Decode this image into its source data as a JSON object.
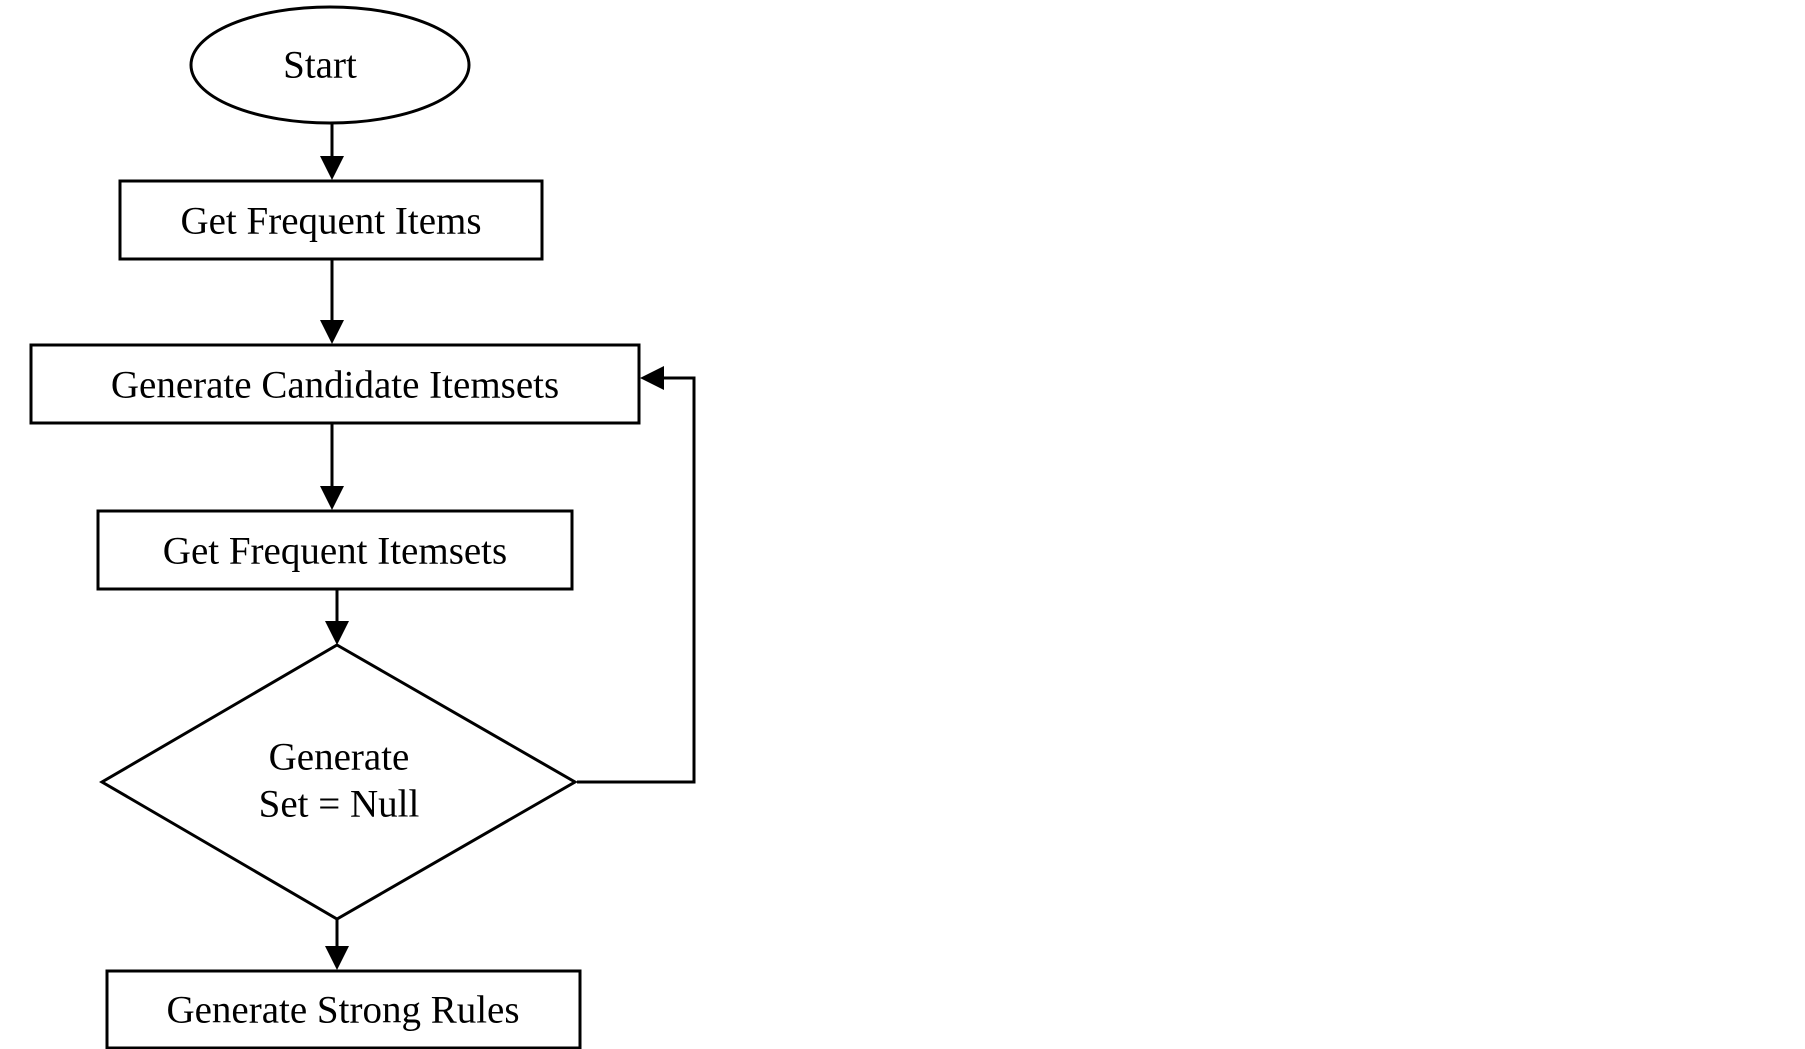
{
  "flowchart": {
    "start": {
      "label": "Start"
    },
    "get_frequent_items": {
      "label": "Get Frequent Items"
    },
    "generate_candidate_itemsets": {
      "label": "Generate Candidate Itemsets"
    },
    "get_frequent_itemsets": {
      "label": "Get Frequent Itemsets"
    },
    "decision": {
      "line1": "Generate",
      "line2": "Set = Null"
    },
    "generate_strong_rules": {
      "label": "Generate Strong Rules"
    }
  }
}
